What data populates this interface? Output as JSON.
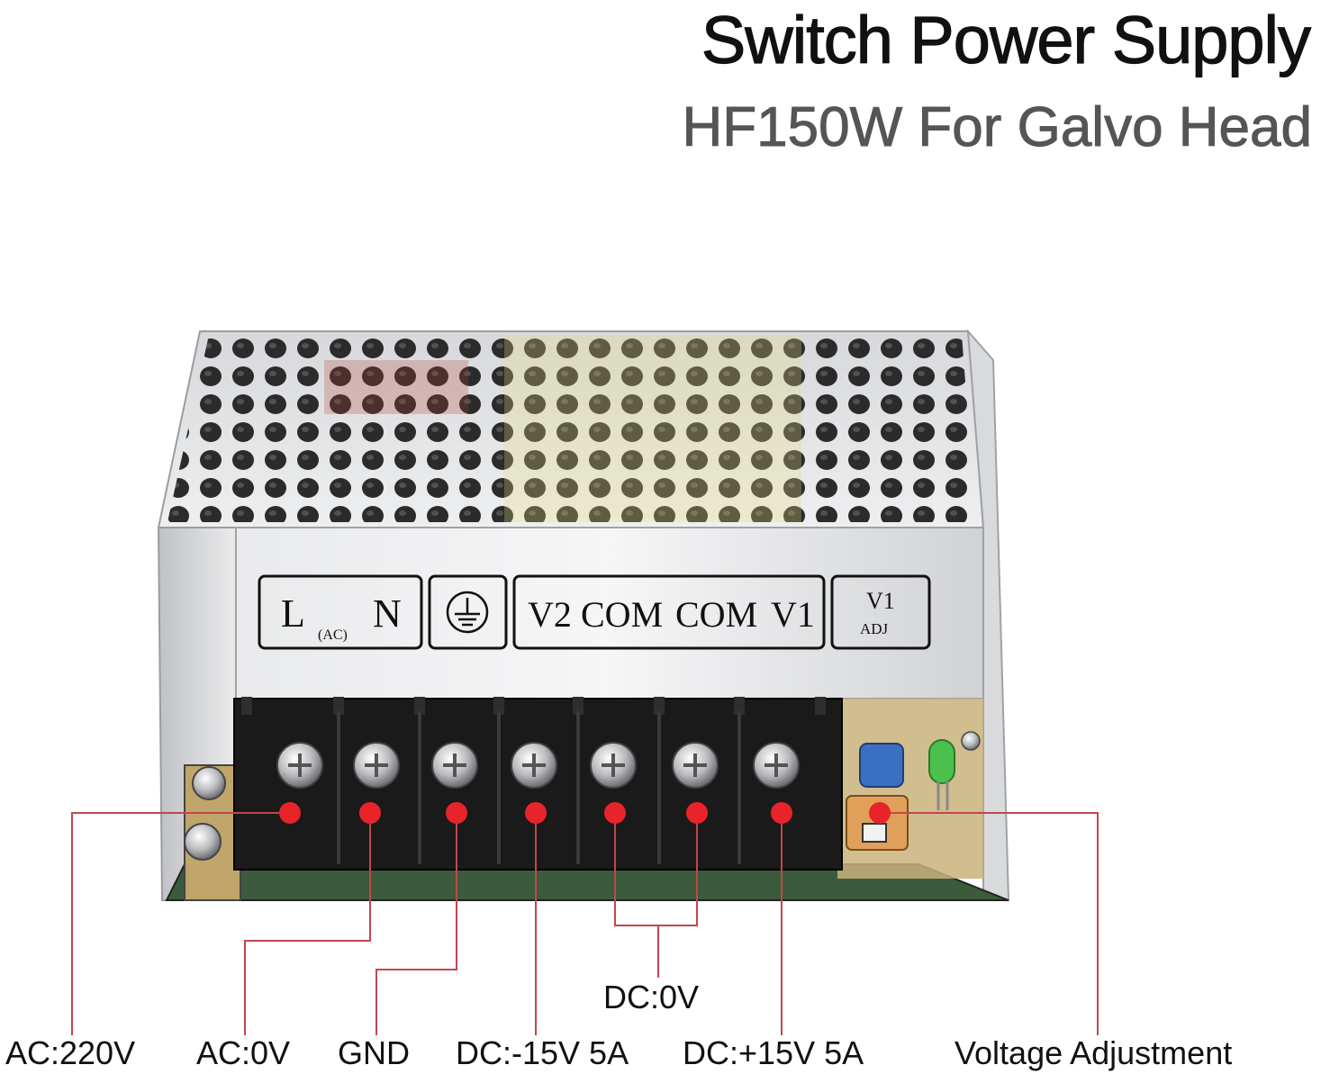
{
  "header": {
    "title": "Switch Power Supply",
    "subtitle": "HF150W For Galvo Head"
  },
  "terminal_labels": {
    "group1": {
      "left": "L",
      "sub": "(AC)",
      "right": "N"
    },
    "group3": [
      "V2",
      "COM",
      "COM",
      "V1"
    ],
    "group4": {
      "top": "V1",
      "bottom": "ADJ"
    }
  },
  "callouts": {
    "ac220": "AC:220V",
    "ac0": "AC:0V",
    "gnd": "GND",
    "dcm15": "DC:-15V 5A",
    "dc0": "DC:0V",
    "dcp15": "DC:+15V 5A",
    "vadj": "Voltage Adjustment"
  },
  "colors": {
    "accent": "#e8232a",
    "leader": "#c0484b",
    "case": "#c9cbce",
    "terminal": "#1a1a1a"
  }
}
